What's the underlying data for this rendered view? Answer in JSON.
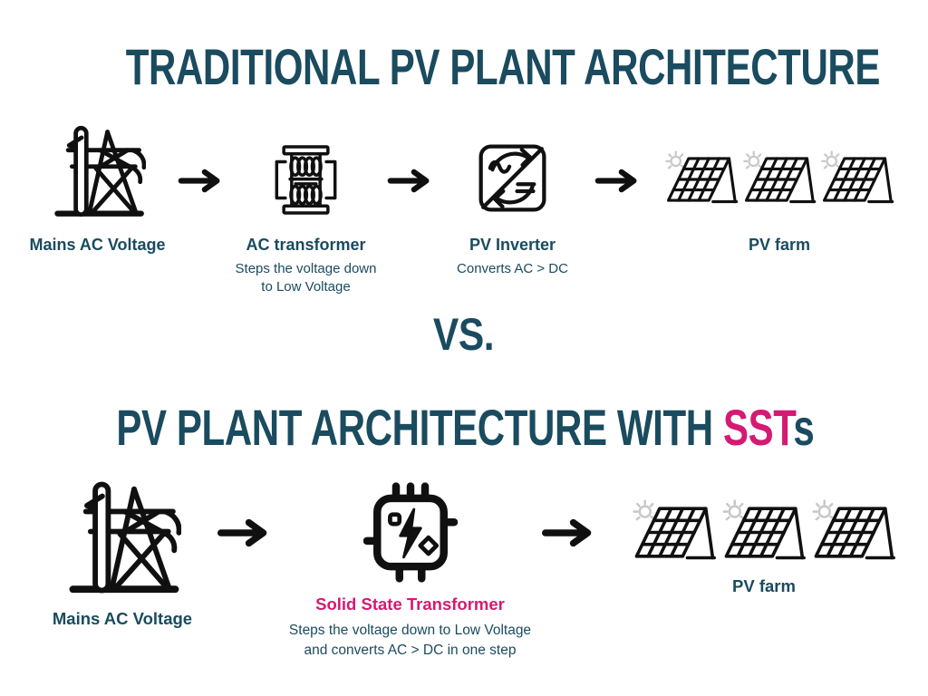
{
  "colors": {
    "teal": "#1a4b5f",
    "pink": "#d41a72",
    "icon_black": "#101010",
    "sun_gray": "#c8c8c8",
    "background": "#ffffff"
  },
  "top_section": {
    "title": "TRADITIONAL PV PLANT ARCHITECTURE",
    "items": [
      {
        "icon": "transmission-tower-icon",
        "label": "Mains AC Voltage",
        "sublabel": ""
      },
      {
        "icon": "ac-transformer-icon",
        "label": "AC transformer",
        "sublabel": "Steps the voltage down\nto Low Voltage"
      },
      {
        "icon": "pv-inverter-icon",
        "label": "PV Inverter",
        "sublabel": "Converts AC > DC"
      },
      {
        "icon": "solar-panel-icon",
        "label": "PV farm",
        "sublabel": ""
      }
    ]
  },
  "divider": {
    "vs_label": "VS."
  },
  "bottom_section": {
    "title": {
      "prefix": "PV PLANT ARCHITECTURE WITH ",
      "highlight": "SST",
      "suffix": "s"
    },
    "items": [
      {
        "icon": "transmission-tower-icon",
        "label": "Mains AC Voltage",
        "sublabel": ""
      },
      {
        "icon": "sst-chip-icon",
        "label": "Solid State Transformer",
        "sublabel": "Steps the voltage down to Low Voltage\nand converts AC > DC in one step"
      },
      {
        "icon": "solar-panel-icon",
        "label": "PV farm",
        "sublabel": ""
      }
    ]
  }
}
